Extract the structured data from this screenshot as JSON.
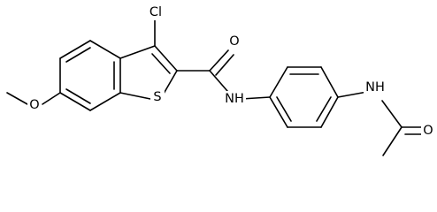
{
  "structure": {
    "atoms": {
      "cl": "Cl",
      "o_carbonyl_amide": "O",
      "s": "S",
      "nh_amide": "NH",
      "nh_acetamide": "NH",
      "o_methoxy": "O",
      "o_carbonyl_acetyl": "O"
    },
    "colors": {
      "bond": "#000000",
      "background": "#ffffff",
      "label": "#000000"
    }
  }
}
